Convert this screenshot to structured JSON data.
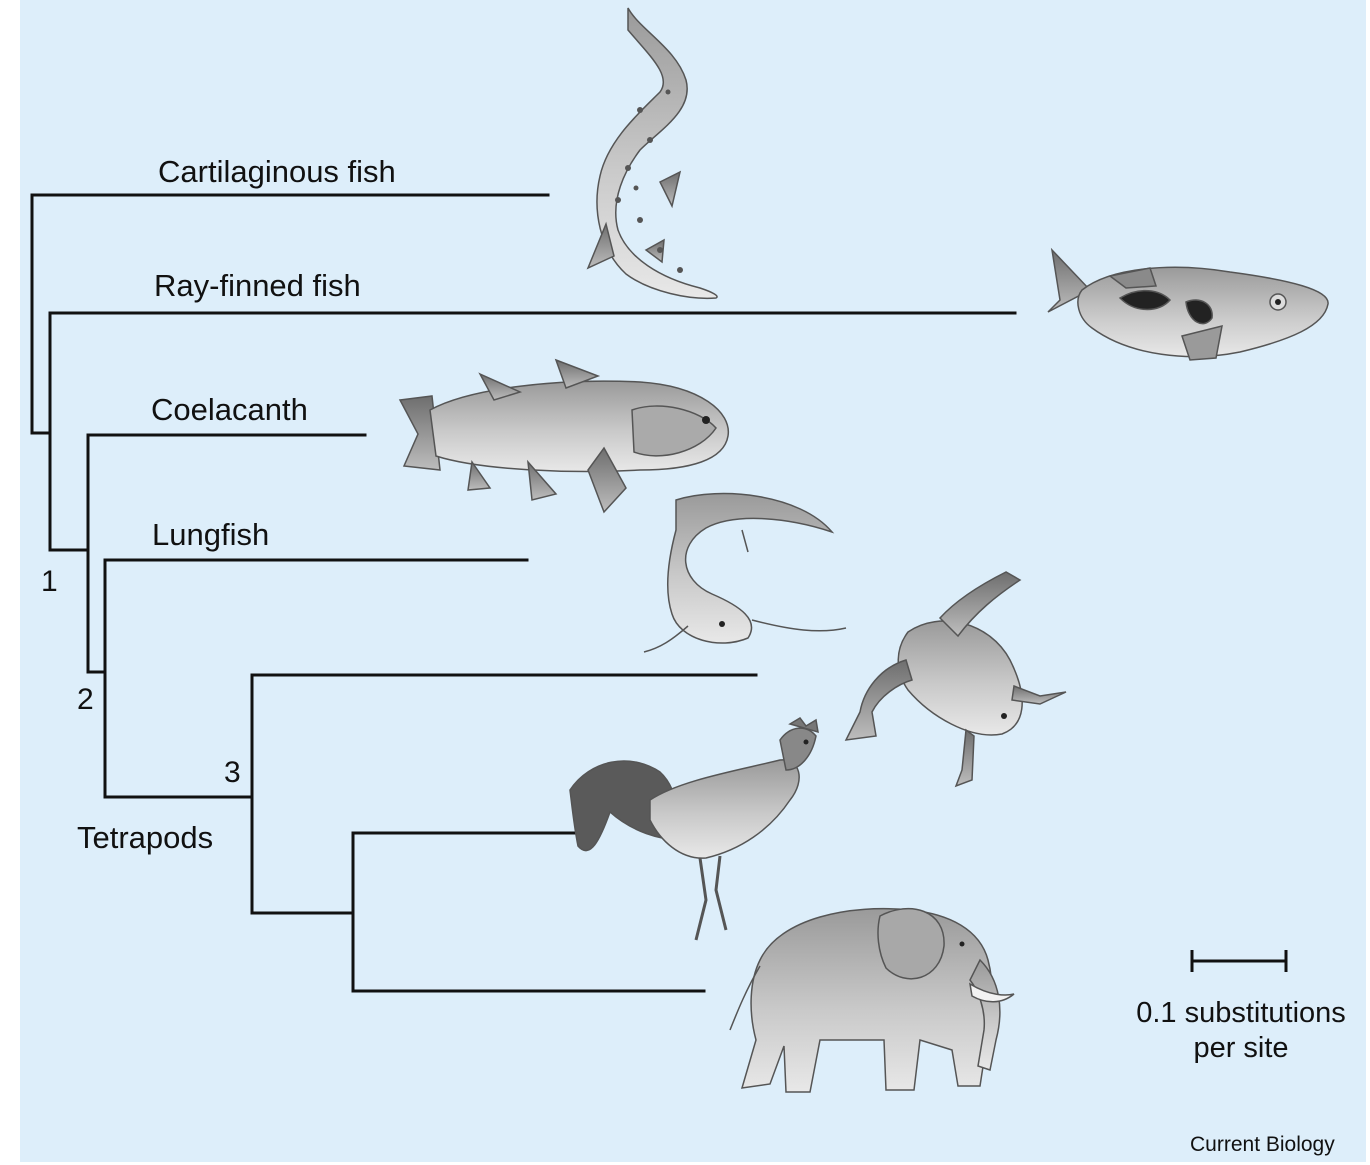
{
  "taxa": {
    "cartilaginous": "Cartilaginous fish",
    "rayfinned": "Ray-finned fish",
    "coelacanth": "Coelacanth",
    "lungfish": "Lungfish",
    "tetrapods": "Tetrapods"
  },
  "nodes": {
    "n1": "1",
    "n2": "2",
    "n3": "3"
  },
  "scale": {
    "line1": "0.1 substitutions",
    "line2": "per site"
  },
  "credit": "Current Biology",
  "colors": {
    "background": "#ddeefa",
    "branch": "#111111"
  },
  "illustrations": [
    "shark",
    "pufferfish",
    "coelacanth",
    "lungfish",
    "frog",
    "rooster",
    "elephant"
  ]
}
